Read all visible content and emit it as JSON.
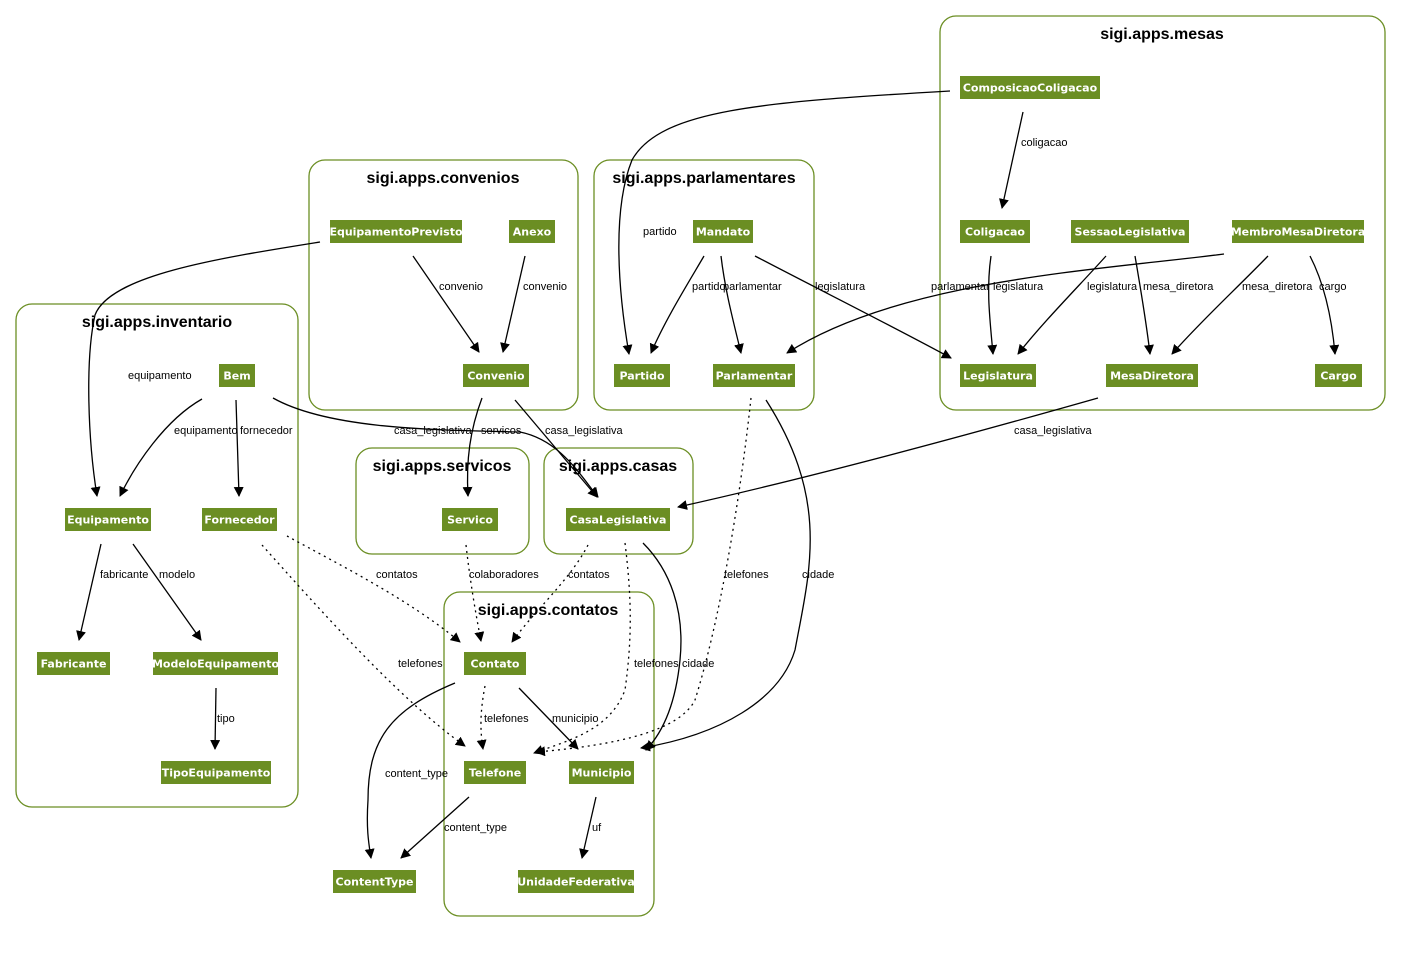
{
  "colors": {
    "node_fill": "#6b8e23",
    "node_text": "#ffffff",
    "cluster_stroke": "#6b8e23",
    "edge": "#000000"
  },
  "clusters": [
    {
      "id": "mesas",
      "label": "sigi.apps.mesas"
    },
    {
      "id": "convenios",
      "label": "sigi.apps.convenios"
    },
    {
      "id": "parlamentares",
      "label": "sigi.apps.parlamentares"
    },
    {
      "id": "inventario",
      "label": "sigi.apps.inventario"
    },
    {
      "id": "servicos",
      "label": "sigi.apps.servicos"
    },
    {
      "id": "casas",
      "label": "sigi.apps.casas"
    },
    {
      "id": "contatos",
      "label": "sigi.apps.contatos"
    }
  ],
  "nodes": [
    {
      "id": "ComposicaoColigacao",
      "label": "ComposicaoColigacao"
    },
    {
      "id": "Coligacao",
      "label": "Coligacao"
    },
    {
      "id": "SessaoLegislativa",
      "label": "SessaoLegislativa"
    },
    {
      "id": "MembroMesaDiretora",
      "label": "MembroMesaDiretora"
    },
    {
      "id": "Legislatura",
      "label": "Legislatura"
    },
    {
      "id": "MesaDiretora",
      "label": "MesaDiretora"
    },
    {
      "id": "Cargo",
      "label": "Cargo"
    },
    {
      "id": "EquipamentoPrevisto",
      "label": "EquipamentoPrevisto"
    },
    {
      "id": "Anexo",
      "label": "Anexo"
    },
    {
      "id": "Convenio",
      "label": "Convenio"
    },
    {
      "id": "Mandato",
      "label": "Mandato"
    },
    {
      "id": "Partido",
      "label": "Partido"
    },
    {
      "id": "Parlamentar",
      "label": "Parlamentar"
    },
    {
      "id": "Bem",
      "label": "Bem"
    },
    {
      "id": "Equipamento",
      "label": "Equipamento"
    },
    {
      "id": "Fornecedor",
      "label": "Fornecedor"
    },
    {
      "id": "Fabricante",
      "label": "Fabricante"
    },
    {
      "id": "ModeloEquipamento",
      "label": "ModeloEquipamento"
    },
    {
      "id": "TipoEquipamento",
      "label": "TipoEquipamento"
    },
    {
      "id": "Servico",
      "label": "Servico"
    },
    {
      "id": "CasaLegislativa",
      "label": "CasaLegislativa"
    },
    {
      "id": "Contato",
      "label": "Contato"
    },
    {
      "id": "Telefone",
      "label": "Telefone"
    },
    {
      "id": "Municipio",
      "label": "Municipio"
    },
    {
      "id": "UnidadeFederativa",
      "label": "UnidadeFederativa"
    },
    {
      "id": "ContentType",
      "label": "ContentType"
    }
  ],
  "edges": [
    {
      "from": "ComposicaoColigacao",
      "to": "Coligacao",
      "label": "coligacao",
      "style": "solid"
    },
    {
      "from": "ComposicaoColigacao",
      "to": "Partido",
      "label": "partido",
      "style": "solid"
    },
    {
      "from": "Coligacao",
      "to": "Legislatura",
      "label": "legislatura",
      "style": "solid"
    },
    {
      "from": "SessaoLegislativa",
      "to": "Legislatura",
      "label": "legislatura",
      "style": "solid"
    },
    {
      "from": "SessaoLegislativa",
      "to": "MesaDiretora",
      "label": "mesa_diretora",
      "style": "solid"
    },
    {
      "from": "MembroMesaDiretora",
      "to": "Parlamentar",
      "label": "parlamentar",
      "style": "solid"
    },
    {
      "from": "MembroMesaDiretora",
      "to": "MesaDiretora",
      "label": "mesa_diretora",
      "style": "solid"
    },
    {
      "from": "MembroMesaDiretora",
      "to": "Cargo",
      "label": "cargo",
      "style": "solid"
    },
    {
      "from": "MesaDiretora",
      "to": "CasaLegislativa",
      "label": "casa_legislativa",
      "style": "solid"
    },
    {
      "from": "EquipamentoPrevisto",
      "to": "Convenio",
      "label": "convenio",
      "style": "solid"
    },
    {
      "from": "EquipamentoPrevisto",
      "to": "Equipamento",
      "label": "equipamento",
      "style": "solid"
    },
    {
      "from": "Anexo",
      "to": "Convenio",
      "label": "convenio",
      "style": "solid"
    },
    {
      "from": "Convenio",
      "to": "CasaLegislativa",
      "label": "casa_legislativa",
      "style": "solid"
    },
    {
      "from": "Convenio",
      "to": "Servico",
      "label": "servicos",
      "style": "solid"
    },
    {
      "from": "Mandato",
      "to": "Partido",
      "label": "partido",
      "style": "solid"
    },
    {
      "from": "Mandato",
      "to": "Parlamentar",
      "label": "parlamentar",
      "style": "solid"
    },
    {
      "from": "Mandato",
      "to": "Legislatura",
      "label": "legislatura",
      "style": "solid"
    },
    {
      "from": "Parlamentar",
      "to": "Municipio",
      "label": "cidade",
      "style": "solid"
    },
    {
      "from": "Bem",
      "to": "Equipamento",
      "label": "equipamento",
      "style": "solid"
    },
    {
      "from": "Bem",
      "to": "Fornecedor",
      "label": "fornecedor",
      "style": "solid"
    },
    {
      "from": "Bem",
      "to": "CasaLegislativa",
      "label": "casa_legislativa",
      "style": "solid"
    },
    {
      "from": "Equipamento",
      "to": "Fabricante",
      "label": "fabricante",
      "style": "solid"
    },
    {
      "from": "Equipamento",
      "to": "ModeloEquipamento",
      "label": "modelo",
      "style": "solid"
    },
    {
      "from": "ModeloEquipamento",
      "to": "TipoEquipamento",
      "label": "tipo",
      "style": "solid"
    },
    {
      "from": "Fornecedor",
      "to": "Contato",
      "label": "contatos",
      "style": "dotted"
    },
    {
      "from": "Fornecedor",
      "to": "Telefone",
      "label": "telefones",
      "style": "dotted"
    },
    {
      "from": "Servico",
      "to": "Contato",
      "label": "colaboradores",
      "style": "dotted"
    },
    {
      "from": "CasaLegislativa",
      "to": "Contato",
      "label": "contatos",
      "style": "dotted"
    },
    {
      "from": "CasaLegislativa",
      "to": "Telefone",
      "label": "telefones",
      "style": "dotted"
    },
    {
      "from": "CasaLegislativa",
      "to": "Municipio",
      "label": "cidade",
      "style": "solid"
    },
    {
      "from": "Parlamentar",
      "to": "Telefone",
      "label": "telefones",
      "style": "dotted"
    },
    {
      "from": "Contato",
      "to": "Telefone",
      "label": "telefones",
      "style": "dotted"
    },
    {
      "from": "Contato",
      "to": "Municipio",
      "label": "municipio",
      "style": "solid"
    },
    {
      "from": "Contato",
      "to": "ContentType",
      "label": "content_type",
      "style": "solid"
    },
    {
      "from": "Telefone",
      "to": "ContentType",
      "label": "content_type",
      "style": "solid"
    },
    {
      "from": "Municipio",
      "to": "UnidadeFederativa",
      "label": "uf",
      "style": "solid"
    }
  ]
}
